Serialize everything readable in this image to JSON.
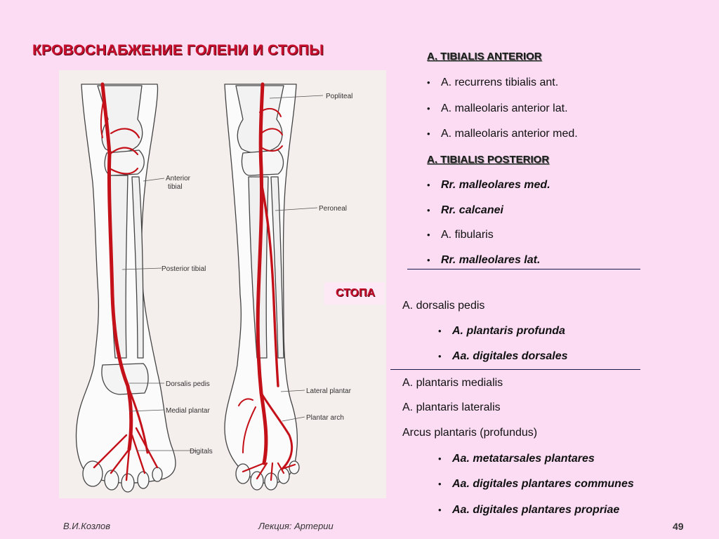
{
  "title": "КРОВОСНАБЖЕНИЕ ГОЛЕНИ И СТОПЫ",
  "figure": {
    "labels": {
      "popliteal": "Popliteal",
      "anterior_tibial_1": "Anterior",
      "anterior_tibial_2": "tibial",
      "peroneal": "Peroneal",
      "posterior_tibial": "Posterior tibial",
      "dorsalis_pedis": "Dorsalis pedis",
      "lateral_plantar": "Lateral plantar",
      "medial_plantar": "Medial plantar",
      "plantar_arch": "Plantar arch",
      "digitals": "Digitals"
    }
  },
  "right": {
    "anterior_heading": "A. TIBIALIS ANTERIOR",
    "anterior_items": [
      "A. recurrens tibialis ant.",
      "A. malleolaris anterior lat.",
      "A. malleolaris anterior med."
    ],
    "posterior_heading": "A. TIBIALIS POSTERIOR",
    "posterior_items": [
      "Rr. malleolares med.",
      "Rr. calcanei",
      "A. fibularis",
      "Rr. malleolares lat."
    ],
    "stopa": "СТОПА",
    "dorsalis": "A. dorsalis pedis",
    "dorsalis_items": [
      "A. plantaris profunda",
      "Aa. digitales dorsales"
    ],
    "plantar_medialis": "A. plantaris medialis",
    "plantar_lateralis": "A. plantaris lateralis",
    "arcus": "Arcus plantaris (profundus)",
    "arcus_items": [
      "Aa. metatarsales plantares",
      "Aa. digitales plantares communes",
      "Aa. digitales plantares propriae"
    ]
  },
  "footer": {
    "author": "В.И.Козлов",
    "lecture": "Лекция: Артерии",
    "page": "49"
  },
  "colors": {
    "background": "#fbdcf3",
    "title_red": "#c8102e",
    "artery_red": "#c41018"
  }
}
